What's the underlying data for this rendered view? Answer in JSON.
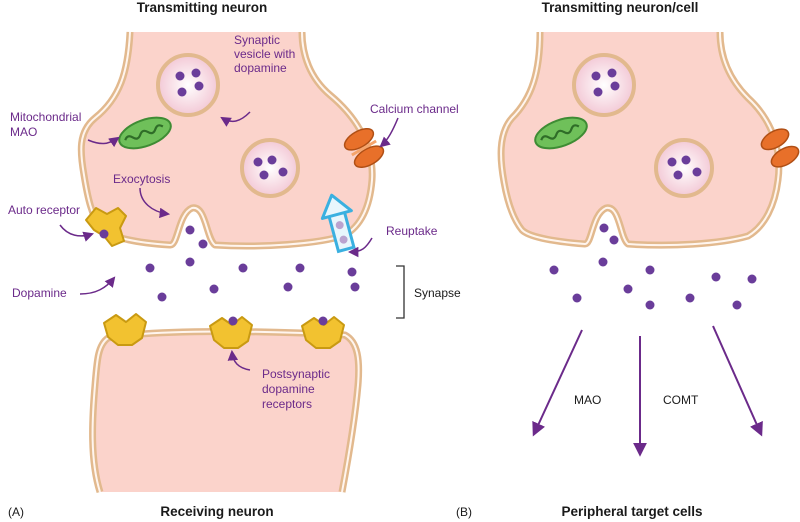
{
  "panel_a": {
    "title_top": "Transmitting neuron",
    "title_bottom": "Receiving neuron",
    "panel_letter": "(A)",
    "labels": {
      "vesicle": [
        "Synaptic",
        "vesicle with",
        "dopamine"
      ],
      "mito": [
        "Mitochondrial",
        "MAO"
      ],
      "calcium": "Calcium channel",
      "exocytosis": "Exocytosis",
      "auto_receptor": "Auto receptor",
      "reuptake": "Reuptake",
      "dopamine": "Dopamine",
      "synapse": "Synapse",
      "postsynaptic": [
        "Postsynaptic",
        "dopamine",
        "receptors"
      ]
    }
  },
  "panel_b": {
    "title_top": "Transmitting neuron/cell",
    "title_bottom": "Peripheral target cells",
    "panel_letter": "(B)",
    "labels": {
      "mao": "MAO",
      "comt": "COMT"
    }
  },
  "colors": {
    "neuron_fill": "#fbd3cb",
    "neuron_outline": "#e2b98e",
    "dopamine": "#6a3d9a",
    "label_purple": "#6b2a8a",
    "mitochondrion": "#6fc05a",
    "calcium_channel": "#e8702a",
    "receptor": "#f2c230",
    "reuptake_transporter": "#3ab0e0"
  }
}
